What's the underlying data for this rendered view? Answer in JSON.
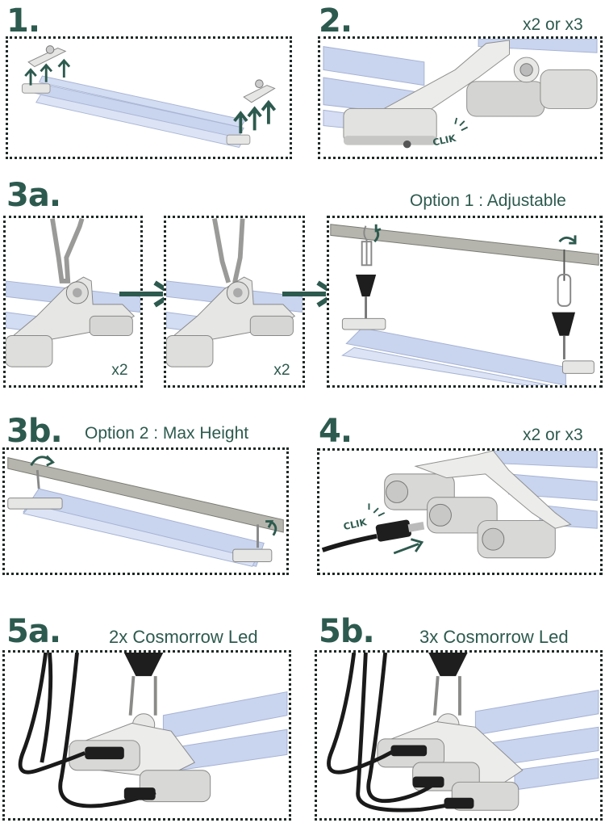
{
  "steps": {
    "s1": {
      "number": "1."
    },
    "s2": {
      "number": "2.",
      "note": "x2 or x3",
      "clik": "CLIK"
    },
    "s3a": {
      "number": "3a.",
      "option": "Option 1 : Adjustable",
      "count_a": "x2",
      "count_b": "x2"
    },
    "s3b": {
      "number": "3b.",
      "option": "Option 2 : Max Height"
    },
    "s4": {
      "number": "4.",
      "note": "x2 or x3",
      "clik": "CLIK"
    },
    "s5a": {
      "number": "5a.",
      "caption": "2x Cosmorrow Led"
    },
    "s5b": {
      "number": "5b.",
      "caption": "3x Cosmorrow Led"
    }
  },
  "colors": {
    "accent": "#2d5a4e",
    "led": "#c9d4ef",
    "bracket": "#e4e4e2",
    "rod": "#b0b0a8"
  }
}
